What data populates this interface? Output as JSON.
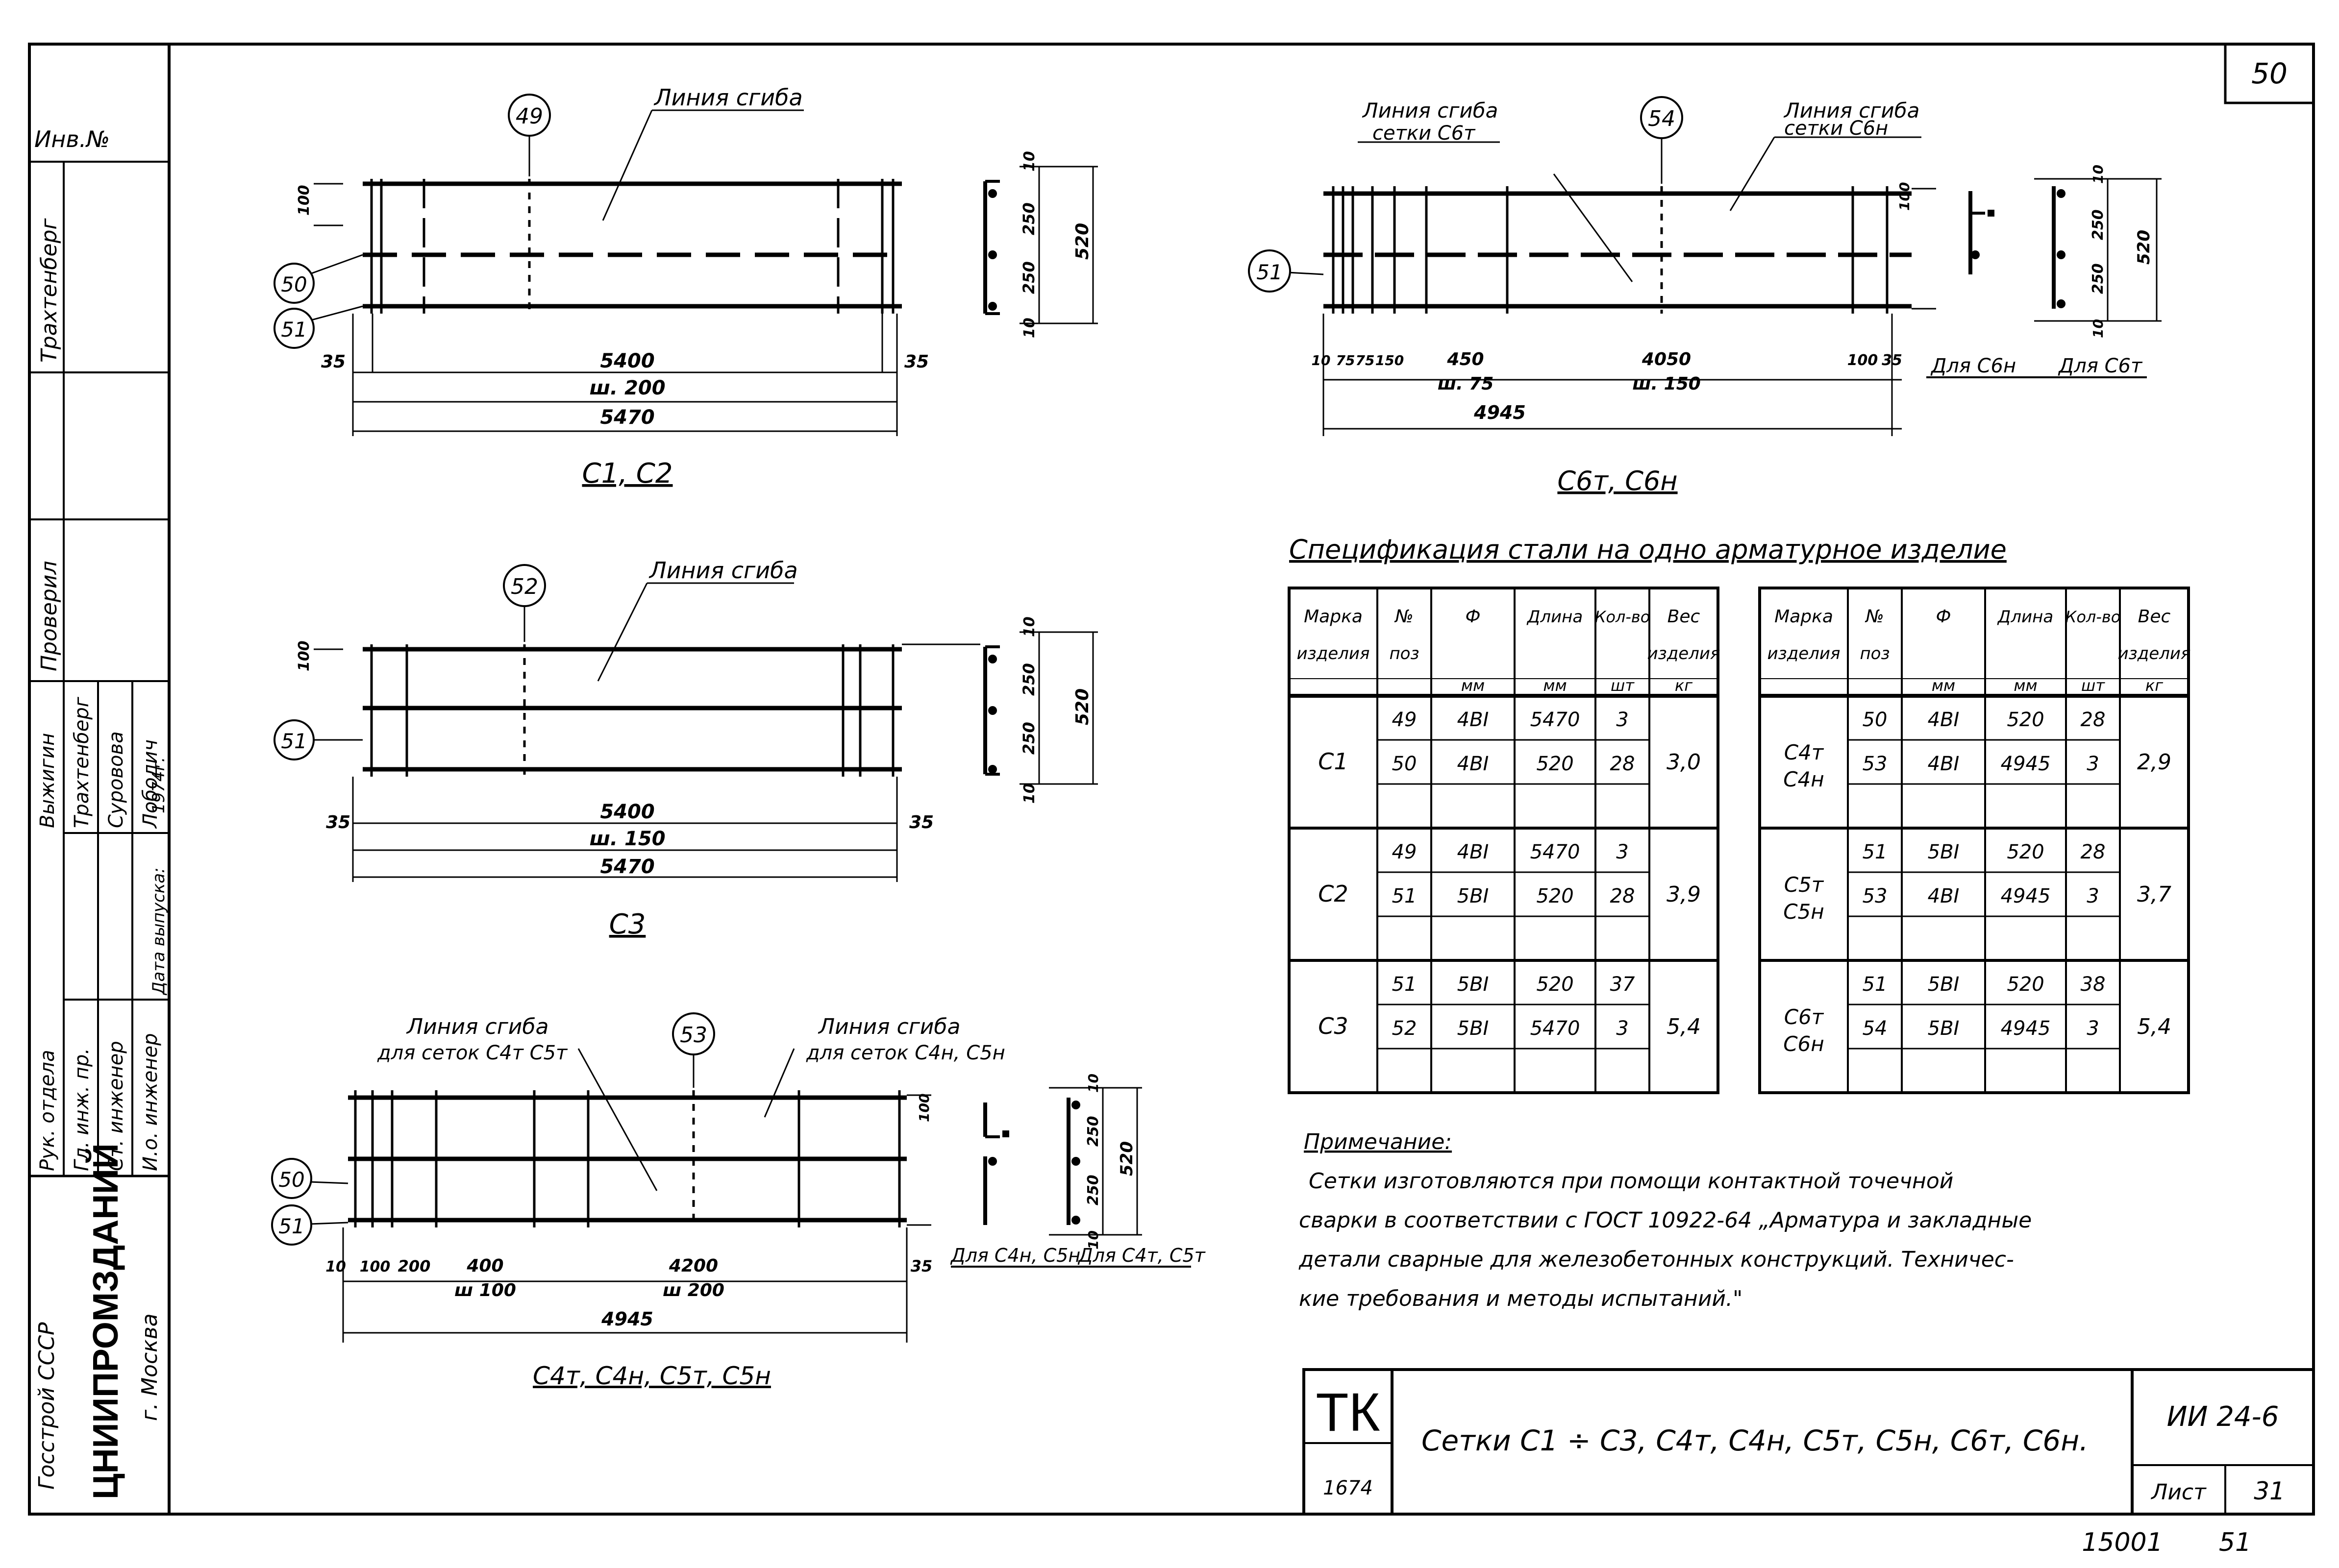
{
  "sheet": {
    "page_number": "50",
    "sheet_number": "31",
    "sheet_label": "Лист",
    "code": "ИИ 24-6",
    "tk": "ТК",
    "tk_number": "1674",
    "bottom_left_number": "15001",
    "bottom_right_number": "51",
    "title": "Сетки С1 ÷ С3, С4т, С4н, С5т, С5н, С6т, С6н."
  },
  "sidebar": {
    "inv": "Инв.№",
    "organization": [
      "Госстрой СССР",
      "ЦНИИПРОМЗДАНИЙ",
      "г. Москва"
    ],
    "roles": [
      "Рук. отдела",
      "Гл. инж. пр.",
      "Ст. инженер",
      "И.о. инженер",
      "Дата выпуска:"
    ],
    "names": [
      "Выжигин",
      "Трахтенберг",
      "Суровова",
      "Лободич",
      "1974г."
    ],
    "stamps": [
      "Трахтенберг",
      "Проверил"
    ]
  },
  "drawings": {
    "c1c2": {
      "title": "С1, С2",
      "bend_line": "Линия сгиба",
      "pos_top": "49",
      "pos_left_a": "50",
      "pos_left_b": "51",
      "dims": {
        "overhang_l": "35",
        "overhang_r": "35",
        "span": "5400",
        "pitch": "ш. 200",
        "total": "5470",
        "edge": "100"
      },
      "section": {
        "a": "10",
        "b": "250",
        "c": "250",
        "d": "10",
        "total": "520"
      }
    },
    "c3": {
      "title": "С3",
      "bend_line": "Линия сгиба",
      "pos_top": "52",
      "pos_left": "51",
      "dims": {
        "overhang_l": "35",
        "overhang_r": "35",
        "span": "5400",
        "pitch": "ш. 150",
        "total": "5470",
        "edge": "100"
      },
      "section": {
        "a": "10",
        "b": "250",
        "c": "250",
        "d": "10",
        "total": "520"
      }
    },
    "c4c5": {
      "title": "С4т, С4н, С5т, С5н",
      "bend_line_a": "Линия сгиба",
      "bend_line_a2": "для сеток С4т С5т",
      "bend_line_b": "Линия сгиба",
      "bend_line_b2": "для сеток С4н, С5н",
      "pos_top": "53",
      "pos_left_a": "50",
      "pos_left_b": "51",
      "dims": {
        "d10": "10",
        "d100": "100",
        "d200": "200",
        "d400": "400",
        "d4200": "4200",
        "d35": "35",
        "pitch_a": "ш 100",
        "pitch_b": "ш 200",
        "total": "4945",
        "edge": "100"
      },
      "section_a_label": "Для С4н, С5н",
      "section_b_label": "Для С4т, С5т",
      "section": {
        "a": "10",
        "b": "250",
        "c": "250",
        "d": "10",
        "total": "520"
      }
    },
    "c6": {
      "title": "С6т, С6н",
      "bend_line_a": "Линия сгиба",
      "bend_line_a2": "сетки С6т",
      "bend_line_b": "Линия сгиба",
      "bend_line_b2": "сетки С6н",
      "pos_top": "54",
      "pos_left": "51",
      "dims": {
        "d10": "10",
        "d75a": "75",
        "d75b": "75",
        "d150": "150",
        "d450": "450",
        "pitch_a": "ш. 75",
        "d4050": "4050",
        "pitch_b": "ш. 150",
        "d100": "100",
        "d35": "35",
        "total": "4945",
        "edge": "100"
      },
      "section_a_label": "Для С6н",
      "section_b_label": "Для С6т",
      "section": {
        "a": "10",
        "b": "250",
        "c": "250",
        "d": "10",
        "total": "520"
      }
    }
  },
  "spec": {
    "title": "Спецификация стали на одно арматурное изделие",
    "headers": {
      "mark": "Марка изделия",
      "pos": "№ поз",
      "dia": "Ф",
      "dia_unit": "мм",
      "len": "Длина",
      "len_unit": "мм",
      "qty": "Кол-во",
      "qty_unit": "шт",
      "weight": "Вес изделия",
      "weight_unit": "кг"
    },
    "left": [
      {
        "mark": "С1",
        "weight": "3,0",
        "rows": [
          {
            "pos": "49",
            "dia": "4ВI",
            "len": "5470",
            "qty": "3"
          },
          {
            "pos": "50",
            "dia": "4ВI",
            "len": "520",
            "qty": "28"
          }
        ]
      },
      {
        "mark": "С2",
        "weight": "3,9",
        "rows": [
          {
            "pos": "49",
            "dia": "4ВI",
            "len": "5470",
            "qty": "3"
          },
          {
            "pos": "51",
            "dia": "5ВI",
            "len": "520",
            "qty": "28"
          }
        ]
      },
      {
        "mark": "С3",
        "weight": "5,4",
        "rows": [
          {
            "pos": "51",
            "dia": "5ВI",
            "len": "520",
            "qty": "37"
          },
          {
            "pos": "52",
            "dia": "5ВI",
            "len": "5470",
            "qty": "3"
          }
        ]
      }
    ],
    "right": [
      {
        "mark": "С4т С4н",
        "weight": "2,9",
        "rows": [
          {
            "pos": "50",
            "dia": "4ВI",
            "len": "520",
            "qty": "28"
          },
          {
            "pos": "53",
            "dia": "4ВI",
            "len": "4945",
            "qty": "3"
          }
        ]
      },
      {
        "mark": "С5т С5н",
        "weight": "3,7",
        "rows": [
          {
            "pos": "51",
            "dia": "5ВI",
            "len": "520",
            "qty": "28"
          },
          {
            "pos": "53",
            "dia": "4ВI",
            "len": "4945",
            "qty": "3"
          }
        ]
      },
      {
        "mark": "С6т С6н",
        "weight": "5,4",
        "rows": [
          {
            "pos": "51",
            "dia": "5ВI",
            "len": "520",
            "qty": "38"
          },
          {
            "pos": "54",
            "dia": "5ВI",
            "len": "4945",
            "qty": "3"
          }
        ]
      }
    ]
  },
  "note": {
    "title": "Примечание:",
    "lines": [
      "Сетки изготовляются при помощи контактной точечной",
      "сварки в соответствии с ГОСТ 10922-64 „Арматура и закладные",
      "детали сварные для железобетонных конструкций. Техничес-",
      "кие требования и методы испытаний.\""
    ]
  }
}
